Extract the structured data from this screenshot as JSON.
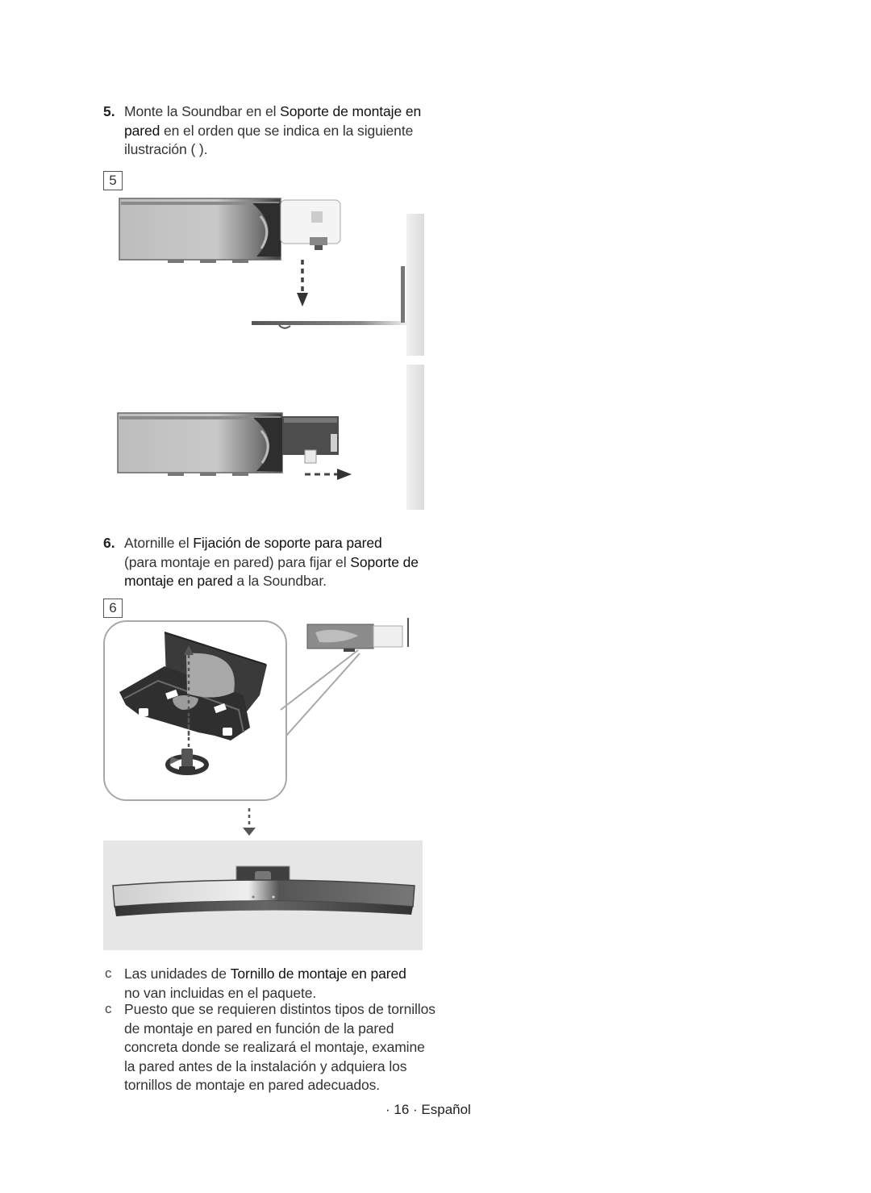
{
  "step5": {
    "number": "5.",
    "line1_pre": "Monte la Soundbar en el ",
    "line1_bold": "Soporte de montaje en",
    "line2_bold": "pared",
    "line2_post": " en el orden que se indica en la siguiente",
    "line3": "ilustración (           ).",
    "figure_label": "5"
  },
  "step6": {
    "number": "6.",
    "line1_pre": "Atornille el ",
    "line1_bold": "Fijación de soporte para pared",
    "line2_pre": "(para montaje en pared) para fijar el ",
    "line2_bold": "Soporte de",
    "line3_bold": "montaje en pared",
    "line3_post": " a la Soundbar.",
    "figure_label": "6"
  },
  "notes": [
    {
      "mark": "c",
      "lines": [
        "Las unidades de |Tornillo de montaje en pared",
        "no van incluidas en el paquete."
      ]
    },
    {
      "mark": "c",
      "lines": [
        "Puesto que se requieren distintos tipos de tornillos",
        "de montaje en pared en función de la pared",
        "concreta donde se realizará el montaje, examine",
        "la pared antes de la instalación y adquiera los",
        "tornillos de montaje en pared adecuados."
      ]
    }
  ],
  "notes_bold": {
    "n1_pre": "Las unidades de ",
    "n1_bold": "Tornillo de montaje en pared"
  },
  "footer": "· 16 · Español",
  "colors": {
    "panel_gray": "#e6e6e6",
    "metal_dark": "#555555",
    "metal_light": "#c8c8c8"
  }
}
